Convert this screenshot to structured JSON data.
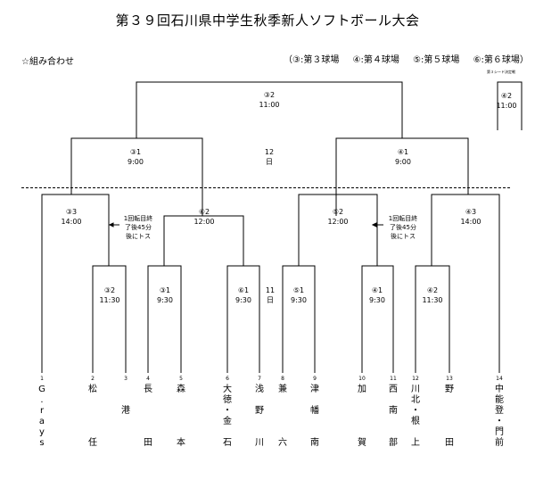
{
  "title": "第３９回石川県中学生秋季新人ソフトボール大会",
  "subhead": "☆組み合わせ",
  "legend": [
    "（③:第３球場",
    "④:第４球場",
    "⑤:第５球場",
    "⑥:第６球場）"
  ],
  "seed_note": "第３シード決定戦",
  "day12": [
    "12",
    "日"
  ],
  "day11": [
    "11",
    "日"
  ],
  "note_left": [
    "1回転目終",
    "了後45分",
    "後にトス"
  ],
  "note_right": [
    "1回転目終",
    "了後45分",
    "後にトス"
  ],
  "matches": {
    "final": [
      "③2",
      "11:00"
    ],
    "seed": [
      "④2",
      "11:00"
    ],
    "semi_left": [
      "③1",
      "9:00"
    ],
    "semi_right": [
      "④1",
      "9:00"
    ],
    "q1": [
      "③3",
      "14:00"
    ],
    "q2": [
      "⑥2",
      "12:00"
    ],
    "q3": [
      "⑤2",
      "12:00"
    ],
    "q4": [
      "④3",
      "14:00"
    ],
    "r1a": [
      "③2",
      "11:30"
    ],
    "r1b": [
      "③1",
      "9:30"
    ],
    "r1c": [
      "⑥1",
      "9:30"
    ],
    "r1d": [
      "⑤1",
      "9:30"
    ],
    "r1e": [
      "④1",
      "9:30"
    ],
    "r1f": [
      "④2",
      "11:30"
    ]
  },
  "teams": [
    {
      "num": "1",
      "chars": [
        "G",
        ".",
        "r",
        "a",
        "y",
        "s"
      ]
    },
    {
      "num": "2",
      "chars": [
        "松",
        "",
        "",
        "",
        "",
        "任"
      ]
    },
    {
      "num": "3",
      "chars": [
        "",
        "",
        "港",
        "",
        "",
        ""
      ]
    },
    {
      "num": "4",
      "chars": [
        "長",
        "",
        "",
        "",
        "",
        "田"
      ]
    },
    {
      "num": "5",
      "chars": [
        "森",
        "",
        "",
        "",
        "",
        "本"
      ]
    },
    {
      "num": "6",
      "chars": [
        "大",
        "徳",
        "・",
        "金",
        "",
        "石"
      ]
    },
    {
      "num": "7",
      "chars": [
        "浅",
        "",
        "野",
        "",
        "",
        "川"
      ]
    },
    {
      "num": "8",
      "chars": [
        "兼",
        "",
        "",
        "",
        "",
        "六"
      ]
    },
    {
      "num": "9",
      "chars": [
        "津",
        "",
        "幡",
        "",
        "",
        "南"
      ]
    },
    {
      "num": "10",
      "chars": [
        "加",
        "",
        "",
        "",
        "",
        "賀"
      ]
    },
    {
      "num": "11",
      "chars": [
        "西",
        "",
        "南",
        "",
        "",
        "部"
      ]
    },
    {
      "num": "12",
      "chars": [
        "川",
        "北",
        "・",
        "根",
        "",
        "上"
      ]
    },
    {
      "num": "13",
      "chars": [
        "野",
        "",
        "",
        "",
        "",
        "田"
      ]
    },
    {
      "num": "14",
      "chars": [
        "中",
        "能",
        "登",
        "・",
        "門",
        "前"
      ]
    }
  ]
}
